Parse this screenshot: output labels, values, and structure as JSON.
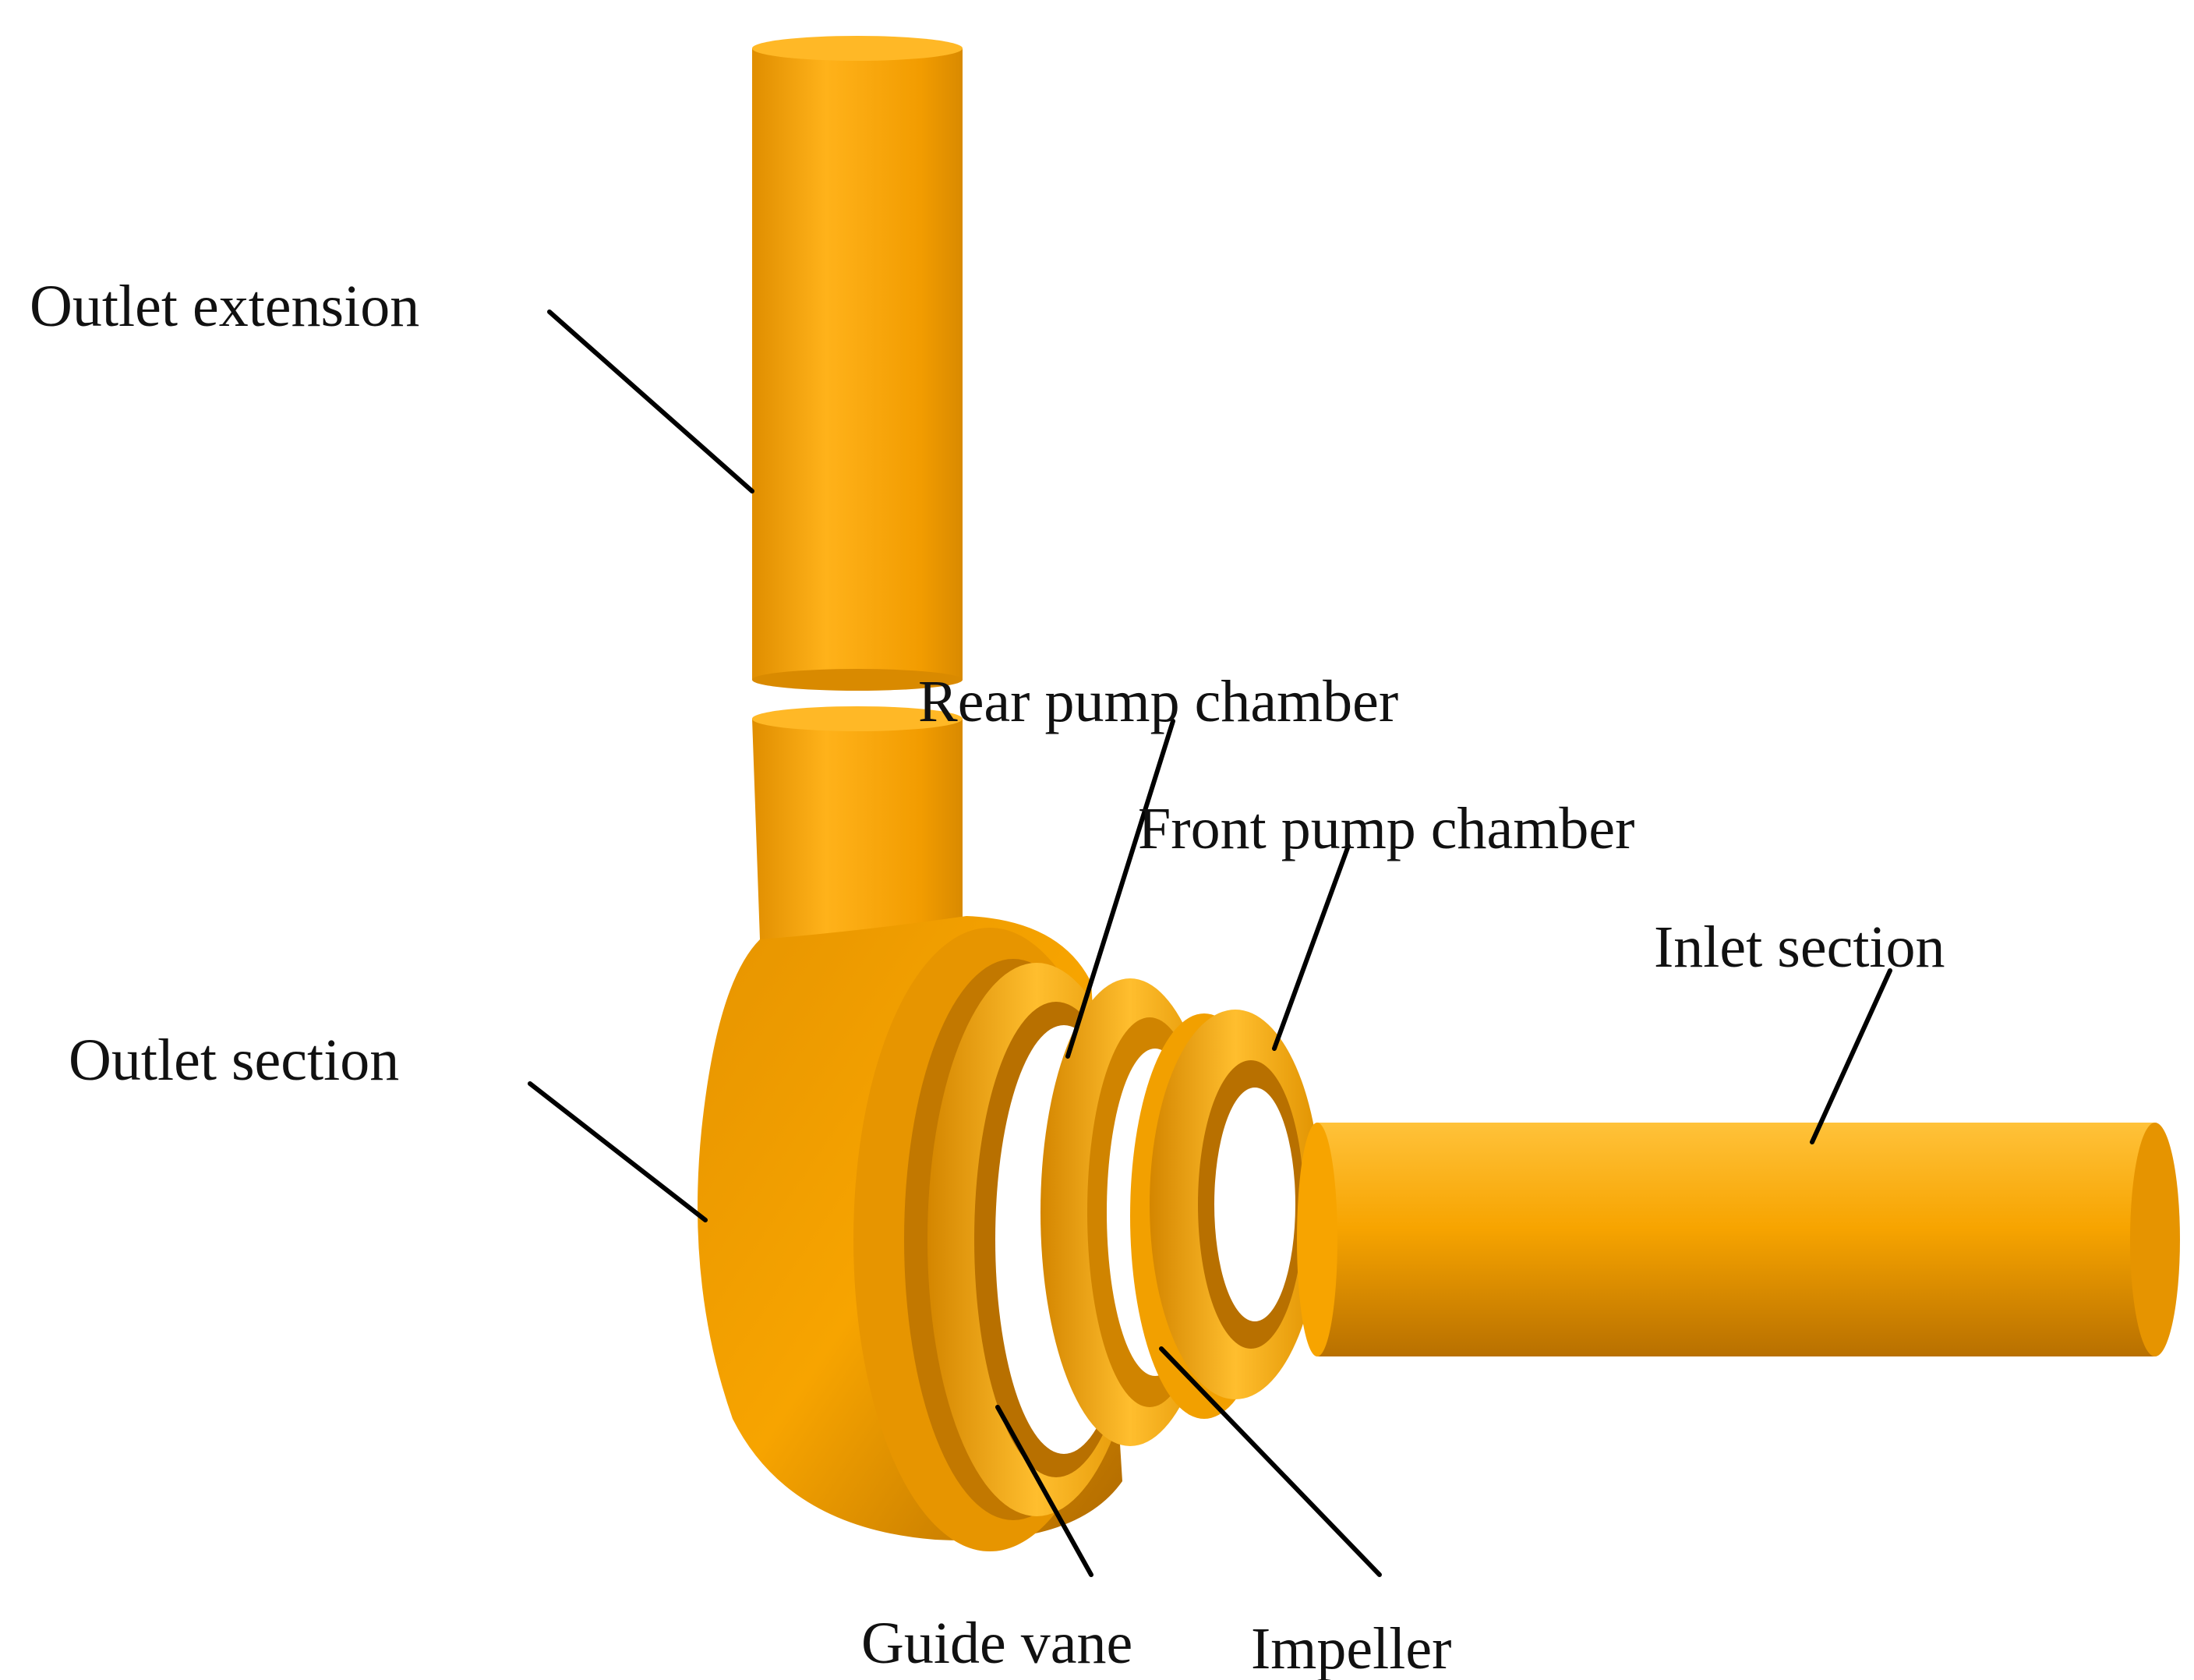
{
  "colors": {
    "body": "#F7A400",
    "body_light": "#FFC23A",
    "body_dark": "#C97E00",
    "body_shadow": "#A86600",
    "leader_line": "#000000",
    "label_text": "#111111",
    "background": "#FFFFFF"
  },
  "labels": {
    "outlet_extension": "Outlet extension",
    "rear_pump_chamber": "Rear pump chamber",
    "front_pump_chamber": "Front pump chamber",
    "inlet_section": "Inlet section",
    "outlet_section": "Outlet section",
    "guide_vane": "Guide vane",
    "impeller": "Impeller"
  }
}
